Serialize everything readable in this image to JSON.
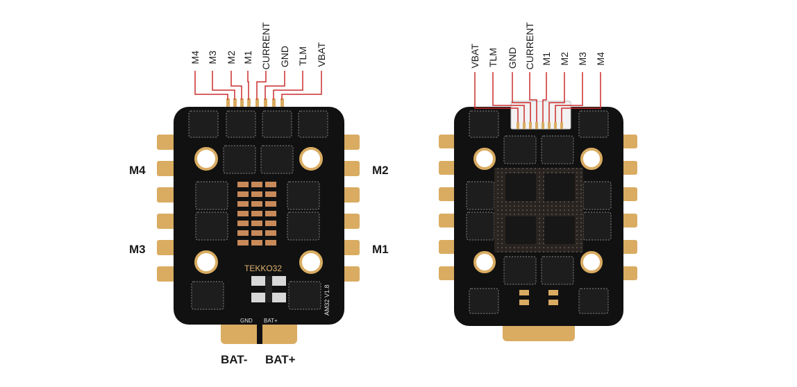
{
  "left_board": {
    "top_labels": [
      "M4",
      "M3",
      "M2",
      "M1",
      "CURRENT",
      "GND",
      "TLM",
      "VBAT"
    ],
    "side_labels": {
      "m4": "M4",
      "m2": "M2",
      "m3": "M3",
      "m1": "M1"
    },
    "bottom_labels": {
      "bat_minus": "BAT-",
      "bat_plus": "BAT+"
    },
    "silk": {
      "model": "TEKKO32",
      "gnd": "GND",
      "bat": "BAT+",
      "version": "AM32 V1.8"
    }
  },
  "right_board": {
    "top_labels": [
      "VBAT",
      "TLM",
      "GND",
      "CURRENT",
      "M1",
      "M2",
      "M3",
      "M4"
    ]
  },
  "colors": {
    "pcb": "#111111",
    "pad": "#d9ac62",
    "wire": "#cc2b2b",
    "chip": "#1d1d1d",
    "chip_dot": "#8a8a8a"
  }
}
